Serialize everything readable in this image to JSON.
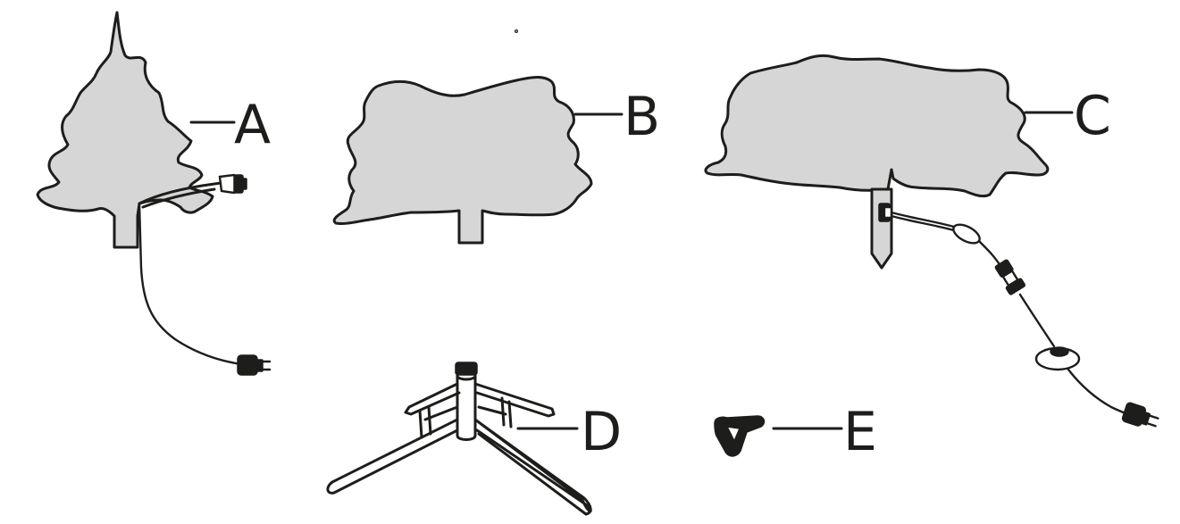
{
  "parts": [
    {
      "id": "A",
      "label": "A"
    },
    {
      "id": "B",
      "label": "B"
    },
    {
      "id": "C",
      "label": "C"
    },
    {
      "id": "D",
      "label": "D"
    },
    {
      "id": "E",
      "label": "E"
    }
  ],
  "colors": {
    "fill": "#d6d6d6",
    "stroke": "#1d1d1b",
    "background": "#ffffff"
  }
}
